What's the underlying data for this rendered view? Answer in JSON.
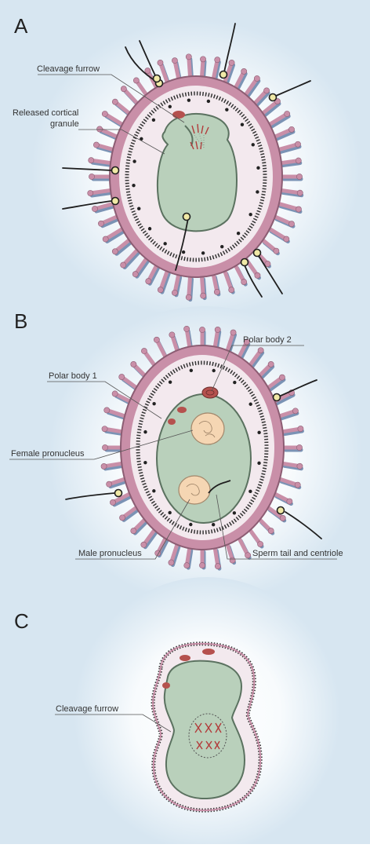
{
  "panels": [
    {
      "letter": "A",
      "labels": [
        "Cleavage furrow",
        "Released cortical",
        "granule"
      ]
    },
    {
      "letter": "B",
      "labels": [
        "Polar body 2",
        "Polar body 1",
        "Female pronucleus",
        "Male pronucleus",
        "Sperm tail and centriole"
      ]
    },
    {
      "letter": "C",
      "labels": [
        "Cleavage furrow"
      ]
    }
  ],
  "colors": {
    "background": "#d7e6f1",
    "zona": "#c98fa8",
    "zona_dark": "#8c5d73",
    "perivitelline": "#f3e9ee",
    "cytoplasm": "#b9d0bb",
    "cytoplasm_edge": "#5b7260",
    "pronucleus": "#f5d6b3",
    "polar_body": "#b5514e",
    "chromosome": "#b23b3b",
    "sperm": "#1f1f1f",
    "sperm_head": "#f0e9a6"
  }
}
